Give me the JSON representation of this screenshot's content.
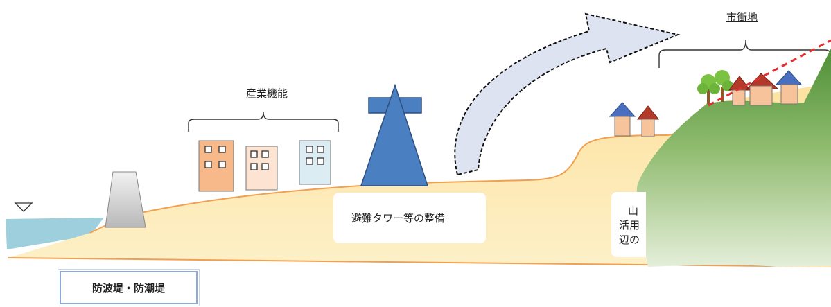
{
  "labels": {
    "industry": "産業機能",
    "city": "市街地",
    "tower": "避難タワー等の整備",
    "hill_line1": "山",
    "hill_line2": "活用",
    "hill_line3": "辺の",
    "breakwater": "防波堤・防潮堤"
  },
  "colors": {
    "sea": "#9dcfdc",
    "land": "#fde6a8",
    "land_edge": "#f0a050",
    "tower": "#4a7fc1",
    "arrow_fill": "#dde3f0",
    "hill_top": "#5a9a3c",
    "hill_bottom": "#dce8d0",
    "dash_red": "#e03030"
  }
}
